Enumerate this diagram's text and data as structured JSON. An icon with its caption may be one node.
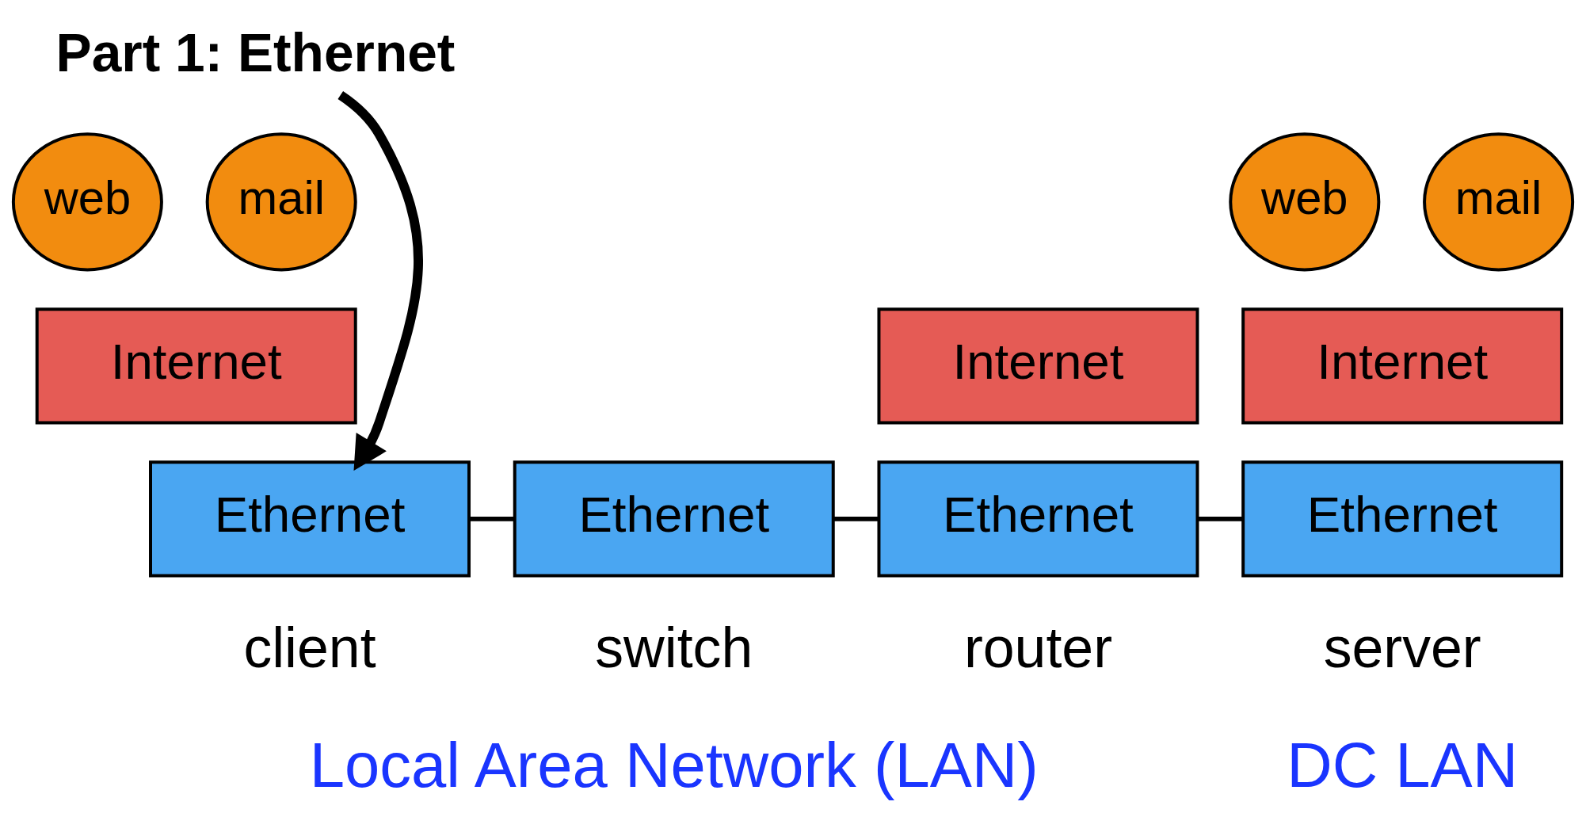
{
  "diagram": {
    "nodes": [
      {
        "text": [
          "Part 1: Ethernet"
        ]
      },
      {
        "text": [
          "web"
        ]
      },
      {
        "text": [
          "mail"
        ]
      },
      {
        "text": [
          "web"
        ]
      },
      {
        "text": [
          "mail"
        ]
      },
      {
        "text": [
          "Internet"
        ]
      },
      {
        "text": [
          "Internet"
        ]
      },
      {
        "text": [
          "Internet"
        ]
      },
      {
        "text": [
          "Ethernet"
        ],
        "beside": [
          "client"
        ]
      },
      {
        "text": [
          "Ethernet"
        ],
        "beside": [
          "switch"
        ]
      },
      {
        "text": [
          "Ethernet"
        ],
        "beside": [
          "router"
        ]
      },
      {
        "text": [
          "Ethernet"
        ],
        "beside": [
          "server"
        ]
      }
    ],
    "edges": [
      {
        "from": 0,
        "to": 8,
        "arrow": "to",
        "style": "thick"
      },
      {
        "from": 8,
        "to": 9,
        "arrow": "none"
      },
      {
        "from": 9,
        "to": 10,
        "arrow": "none"
      },
      {
        "from": 10,
        "to": 11,
        "arrow": "none"
      }
    ],
    "labels": [
      "Local Area Network (LAN)",
      "DC LAN"
    ]
  }
}
